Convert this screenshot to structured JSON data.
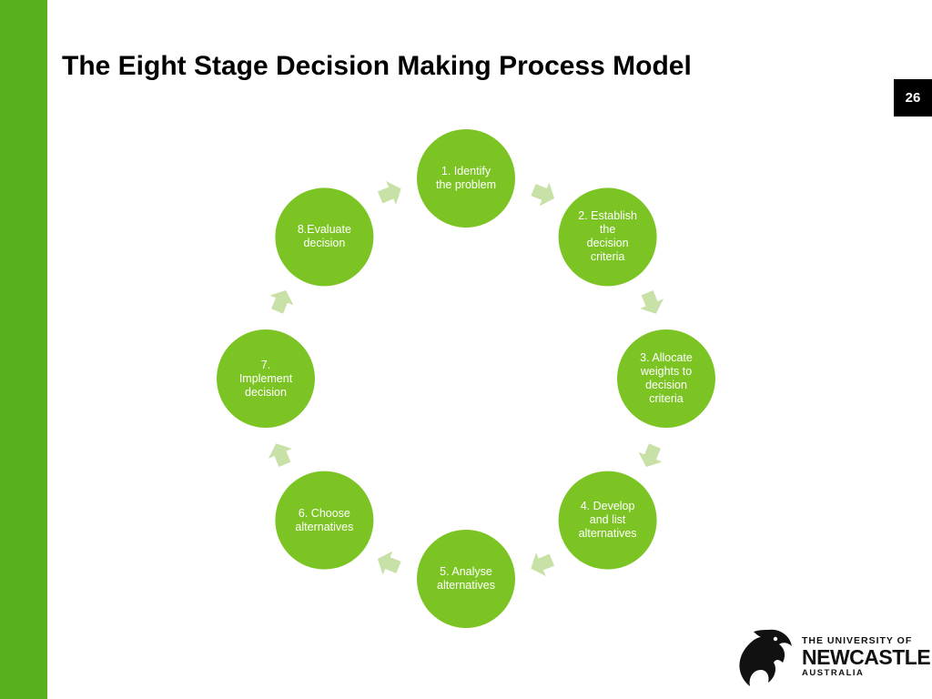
{
  "slide": {
    "title": "The Eight Stage Decision Making Process Model",
    "page_number": "26"
  },
  "diagram": {
    "type": "cycle",
    "colors": {
      "node": "#7cc424",
      "arrow": "#c7e1a6",
      "accent_bar": "#5aaf1e"
    },
    "stages": [
      {
        "label": "1. Identify\nthe problem"
      },
      {
        "label": "2. Establish\nthe\ndecision\ncriteria"
      },
      {
        "label": "3. Allocate\nweights to\ndecision\ncriteria"
      },
      {
        "label": "4. Develop\nand list\nalternatives"
      },
      {
        "label": "5. Analyse\nalternatives"
      },
      {
        "label": "6. Choose\nalternatives"
      },
      {
        "label": "7.\nImplement\ndecision"
      },
      {
        "label": "8.Evaluate\ndecision"
      }
    ]
  },
  "logo": {
    "line1": "THE UNIVERSITY OF",
    "line2": "NEWCASTLE",
    "line3": "AUSTRALIA",
    "icon": "seahorse-icon"
  }
}
